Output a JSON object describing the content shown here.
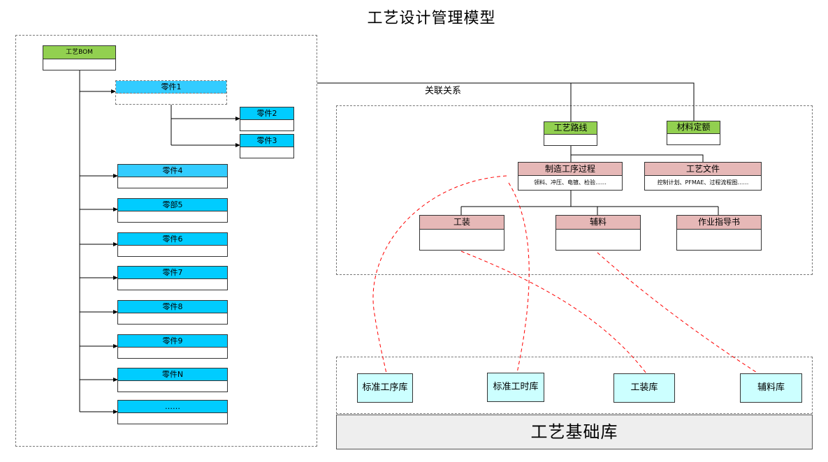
{
  "title": "工艺设计管理模型",
  "association_label": "关联关系",
  "bom": {
    "root": "工艺BOM",
    "part1": "零件1",
    "part2": "零件2",
    "part3": "零件3",
    "part4": "零件4",
    "part5": "零部5",
    "part6": "零件6",
    "part7": "零件7",
    "part8": "零件8",
    "part9": "零件9",
    "partN": "零件N",
    "more": "……"
  },
  "process": {
    "route": "工艺路线",
    "material_quota": "材料定额",
    "manufacturing": "制造工序过程",
    "manufacturing_detail": "领料、冲压、电镀、检验……",
    "documents": "工艺文件",
    "documents_detail": "控制计划、PFMAE、过程流程图……",
    "tooling": "工装",
    "auxiliary": "辅料",
    "instruction": "作业指导书"
  },
  "libraries": {
    "std_process": "标准工序库",
    "std_time": "标准工时库",
    "tooling": "工装库",
    "auxiliary": "辅料库",
    "base": "工艺基础库"
  },
  "colors": {
    "bom_root": "#92d050",
    "part": "#00ccff",
    "process_head": "#92d050",
    "process_step": "#e6b8b7",
    "library": "#ccffff",
    "base": "#eeeeee",
    "relation_line": "#ff0000"
  }
}
